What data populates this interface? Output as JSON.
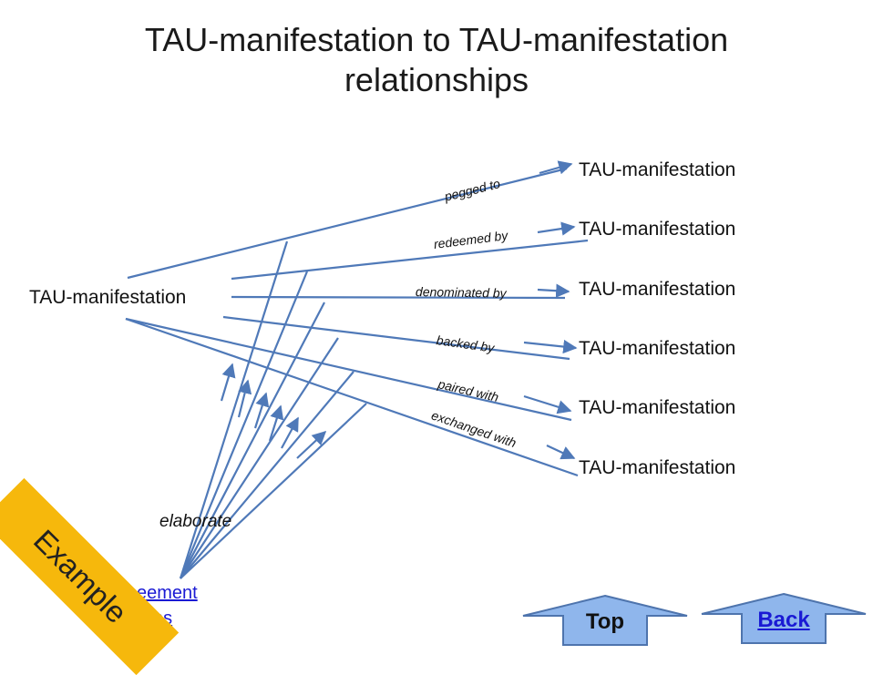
{
  "title_line1": "TAU-manifestation to TAU-manifestation",
  "title_line2": "relationships",
  "source_node": "TAU-manifestation",
  "target_nodes": [
    "TAU-manifestation",
    "TAU-manifestation",
    "TAU-manifestation",
    "TAU-manifestation",
    "TAU-manifestation",
    "TAU-manifestation"
  ],
  "edge_labels": [
    "pegged to",
    "redeemed by",
    "denominated by",
    "backed by",
    "paired with",
    "exchanged with"
  ],
  "elaborate_label": "elaborate",
  "link_fragment_1": "eement",
  "link_fragment_2": "ns",
  "banner_text": "Example",
  "nav": {
    "top": "Top",
    "back": "Back"
  },
  "colors": {
    "arrow": "#4f79b8",
    "banner": "#f6b80c",
    "button_fill": "#8fb6ec",
    "button_edge": "#4e74ad",
    "link": "#1a1ad4"
  }
}
